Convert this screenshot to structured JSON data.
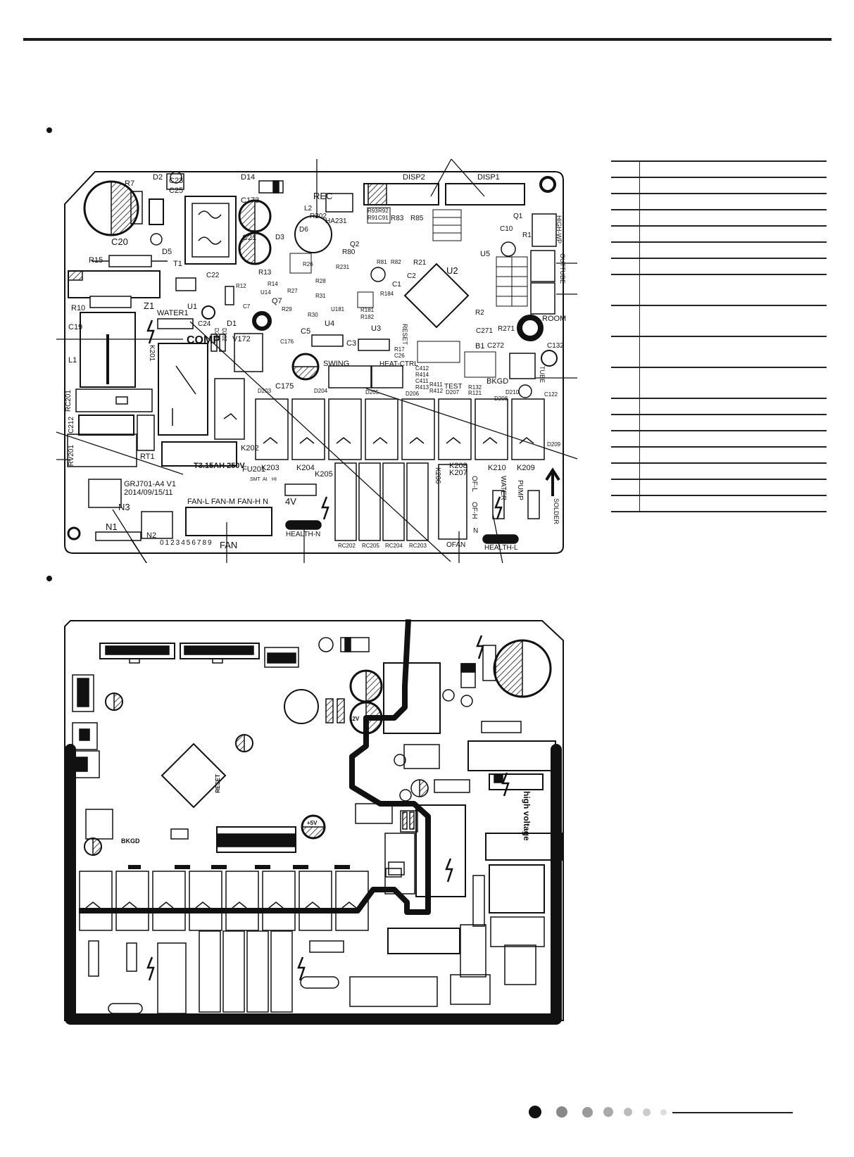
{
  "board_top": {
    "labels": {
      "c20": "C20",
      "r7": "R7",
      "d2": "D2",
      "c23": "C23",
      "c25": "C25",
      "d14": "D14",
      "d5": "D5",
      "t1": "T1",
      "r15": "R15",
      "c173": "C173",
      "c21": "C21",
      "rec": "REC",
      "l2": "L2",
      "r202": "R202",
      "ha231": "HA231",
      "d6": "D6",
      "d3": "D3",
      "disp2": "DISP2",
      "disp1": "DISP1",
      "r93": "R93",
      "r92": "R92",
      "r91": "R91",
      "c91": "C91",
      "r83": "R83",
      "r85": "R85",
      "q1": "Q1",
      "c10": "C10",
      "r1": "R1",
      "high_wp": "HIGH-WP",
      "q2": "Q2",
      "r80": "R80",
      "r81": "R81",
      "r82": "R82",
      "r21": "R21",
      "u5": "U5",
      "outtube": "OUTTUBE",
      "u2": "U2",
      "c1": "C1",
      "c2": "C2",
      "r13": "R13",
      "r14": "R14",
      "r26": "R26",
      "r28": "R28",
      "r231": "R231",
      "q7": "Q7",
      "r27": "R27",
      "r29": "R29",
      "r30": "R30",
      "r31": "R31",
      "u14": "U14",
      "u181": "U181",
      "r181": "R181",
      "r182": "R182",
      "r184": "R184",
      "room": "ROOM",
      "r2": "R2",
      "r10": "R10",
      "z1": "Z1",
      "c22": "C22",
      "r12": "R12",
      "d1": "D1",
      "c7": "C7",
      "u1": "U1",
      "c19": "C19",
      "water1": "WATER1",
      "c24": "C24",
      "comp": "COMP",
      "d201": "D201",
      "d202": "D202",
      "v172": "V172",
      "u4": "U4",
      "u3": "U3",
      "c5": "C5",
      "c3": "C3",
      "c176": "C176",
      "reset": "RESET",
      "r17": "R17",
      "c26": "C26",
      "c271": "C271",
      "r271": "R271",
      "b1": "B1",
      "c272": "C272",
      "c132": "C132",
      "swing": "SWING",
      "heat_ctrl": "HEAT-CTRL",
      "c412": "C412",
      "r414": "R414",
      "c411": "C411",
      "r413": "R413",
      "r411": "R411",
      "r412": "R412",
      "test": "TEST",
      "r132": "R132",
      "r121": "R121",
      "bkgd": "BKGD",
      "tube": "TUBE",
      "c122": "C122",
      "l1": "L1",
      "k201": "K201",
      "c175": "C175",
      "d203": "D203",
      "d204": "D204",
      "d205": "D205",
      "d206": "D206",
      "d207": "D207",
      "d208": "D208",
      "d209": "D209",
      "d210": "D210",
      "rc201": "RC201",
      "c212": "C212",
      "rv201": "RV201",
      "rt1": "RT1",
      "k202": "K202",
      "k203": "K203",
      "k204": "K204",
      "k205": "K205",
      "k206": "K206",
      "k207": "K207",
      "k208": "K208",
      "k209": "K209",
      "k210": "K210",
      "fu201": "FU201",
      "fuse": "T3.15AH 250V",
      "smt": "SMT",
      "ai": "AI",
      "hi": "HI",
      "model": "GRJ701-A4 V1",
      "date": "2014/09/15/11",
      "n3": "N3",
      "n1": "N1",
      "n2": "N2",
      "fan_pins": "FAN-L FAN-M FAN-H  N",
      "fan_numbers": "0123456789",
      "fan": "FAN",
      "v4": "4V",
      "health_n": "HEALTH-N",
      "rc202": "RC202",
      "rc205": "RC205",
      "rc204": "RC204",
      "rc203": "RC203",
      "ofan": "OFAN",
      "of_l": "OF-L",
      "of_h": "OF-H",
      "n_of": "N",
      "water": "WATER",
      "pump": "PUMP",
      "solder": "SOLDER",
      "health_l": "HEALTH-L"
    }
  },
  "board_bottom": {
    "labels": {
      "bkgd": "BKGD",
      "reset": "RESET",
      "v12": "12V",
      "v5": "+5V",
      "high_voltage": "high voltage"
    }
  },
  "legend": {
    "rows": 18
  },
  "pager": {
    "dots": 7
  }
}
